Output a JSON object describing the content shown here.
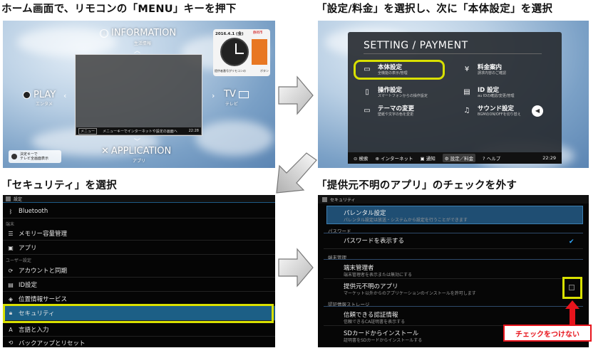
{
  "captions": {
    "step1": "ホーム画面で、リモコンの「MENU」キーを押下",
    "step2": "「設定/料金」を選択し、次に「本体設定」を選択",
    "step3": "「セキュリティ」を選択",
    "step4": "「提供元不明のアプリ」のチェックを外す"
  },
  "home": {
    "information": "INFORMATION",
    "information_sub": "生活情報",
    "play": "PLAY",
    "play_sub": "エンタメ",
    "tv": "TV",
    "tv_sub": "テレビ",
    "application": "APPLICATION",
    "application_sub": "アプリ",
    "center_menu": "メニュー",
    "center_info": "メニューキーでインターネットや設定の画面へ",
    "center_time": "22:28",
    "widget_date": "2016.4.1 (金)",
    "widget_label": "静岡市",
    "widget_footer": "提供者番号がリモコンの",
    "widget_footer2": "ボタン",
    "bottom_hint1": "決定キーで",
    "bottom_hint2": "テレビ全画面表示"
  },
  "setting": {
    "title": "SETTING / PAYMENT",
    "items": [
      {
        "label": "本体設定",
        "sub": "全機能の表示/管理",
        "icon": "tv-device-icon"
      },
      {
        "label": "料金案内",
        "sub": "請求内容のご確認",
        "icon": "yen-icon"
      },
      {
        "label": "操作設定",
        "sub": "スマートフォンからの操作設定",
        "icon": "smartphone-icon"
      },
      {
        "label": "ID 設定",
        "sub": "au IDの確認/変更/管理",
        "icon": "id-card-icon"
      },
      {
        "label": "テーマの変更",
        "sub": "壁紙や文字の色を変更",
        "icon": "monitor-icon"
      },
      {
        "label": "サウンド設定",
        "sub": "BGMのON/OFFを切り替え",
        "icon": "music-note-icon"
      }
    ],
    "bottom_bar": [
      "検索",
      "インターネット",
      "通知",
      "設定／料金",
      "ヘルプ"
    ],
    "time": "22:29"
  },
  "settings_list": {
    "header": "設定",
    "rows": [
      {
        "label": "Bluetooth",
        "icon": "bluetooth-icon"
      },
      {
        "section": "端末"
      },
      {
        "label": "メモリー容量管理",
        "icon": "storage-icon"
      },
      {
        "label": "アプリ",
        "icon": "apps-icon"
      },
      {
        "section": "ユーザー設定"
      },
      {
        "label": "アカウントと同期",
        "icon": "sync-icon"
      },
      {
        "label": "ID設定",
        "icon": "id-icon"
      },
      {
        "label": "位置情報サービス",
        "icon": "location-icon"
      },
      {
        "label": "セキュリティ",
        "icon": "lock-icon",
        "selected": true
      },
      {
        "label": "言語と入力",
        "icon": "language-icon"
      },
      {
        "label": "バックアップとリセット",
        "icon": "backup-icon"
      }
    ]
  },
  "security": {
    "header": "セキュリティ",
    "parental_title": "パレンタル設定",
    "parental_sub": "パレンタル設定は放送・システムから設定を行うことができます",
    "section_password": "パスワード",
    "show_password": "パスワードを表示する",
    "section_device": "端末管理",
    "device_admin": "端末管理者",
    "device_admin_sub": "端末管理者を表示または無効にする",
    "unknown_sources": "提供元不明のアプリ",
    "unknown_sources_sub": "マーケット以外からのアプリケーションのインストールを許可します",
    "section_cert": "認証情報ストレージ",
    "trusted_cred": "信頼できる認証情報",
    "trusted_cred_sub": "信頼できるCA証明書を表示する",
    "install_sd": "SDカードからインストール",
    "install_sd_sub": "証明書をSDカードからインストールする",
    "callout": "チェックをつけない"
  },
  "colors": {
    "highlight": "#d8e000",
    "callout_red": "#e8141c",
    "select_blue": "#1c5f86"
  }
}
